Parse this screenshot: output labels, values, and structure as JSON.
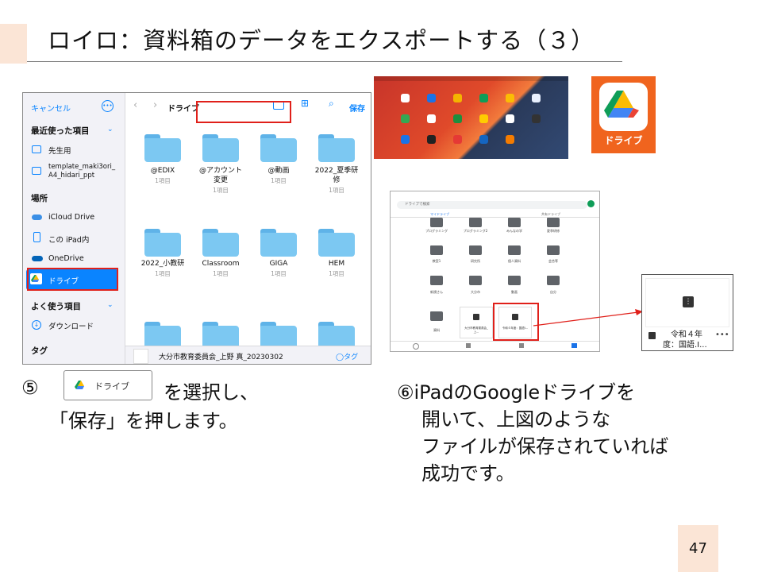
{
  "slide": {
    "title": "ロイロ：資料箱のデータをエクスポートする（３）",
    "page_number": "47"
  },
  "files_app": {
    "cancel": "キャンセル",
    "save": "保存",
    "path": "ドライブ",
    "sections": {
      "recent": "最近使った項目",
      "locations": "場所",
      "favorites": "よく使う項目",
      "tags": "タグ"
    },
    "recent_items": [
      "先生用",
      "template_maki3ori_",
      "A4_hidari_ppt"
    ],
    "locations": [
      "iCloud Drive",
      "この iPad内",
      "OneDrive",
      "ドライブ"
    ],
    "favorites": [
      "ダウンロード"
    ],
    "folders": [
      {
        "name": "@EDIX",
        "sub": "1項目"
      },
      {
        "name": "@アカウント",
        "name2": "変更",
        "sub": "1項目"
      },
      {
        "name": "@動画",
        "sub": "1項目"
      },
      {
        "name": "2022_夏季研",
        "name2": "修",
        "sub": "1項目"
      },
      {
        "name": "2022_小教研",
        "sub": "1項目"
      },
      {
        "name": "Classroom",
        "sub": "1項目"
      },
      {
        "name": "GIGA",
        "sub": "1項目"
      },
      {
        "name": "HEM",
        "sub": "1項目"
      }
    ],
    "filename": "大分市教育委員会_上野 真_20230302",
    "tag_button": "タグ"
  },
  "drive_tile": {
    "label": "ドライブ"
  },
  "drive_app": {
    "search": "ドライブで検索",
    "tab_left": "マイドライブ",
    "tab_right": "共有ドライブ",
    "row1": [
      "プログラミング",
      "プログラミング2",
      "みんなの学",
      "夏季研修"
    ],
    "row2": [
      "教室1",
      "研究所",
      "個人資料",
      "会合等"
    ],
    "row3": [
      "新規さん",
      "大分市",
      "動画",
      "自分"
    ],
    "files": [
      "資料",
      "大分市教育委員会_上...",
      "令和４年度：国語I..."
    ]
  },
  "zoom_card": {
    "label": "令和４年",
    "label2": "度：国語.I..."
  },
  "captions": {
    "step5_num": "⑤",
    "step5_a": "を選択し、",
    "step5_b": "「保存」を押します。",
    "chip_label": "ドライブ",
    "step6_a": "⑥iPadのGoogleドライブを",
    "step6_b": "開いて、上図のような",
    "step6_c": "ファイルが保存されていれば",
    "step6_d": "成功です。"
  },
  "colors": {
    "accent": "#fbe5d6",
    "ios_blue": "#0a84ff",
    "highlight": "#e0201a",
    "drive_orange": "#f0641e"
  }
}
